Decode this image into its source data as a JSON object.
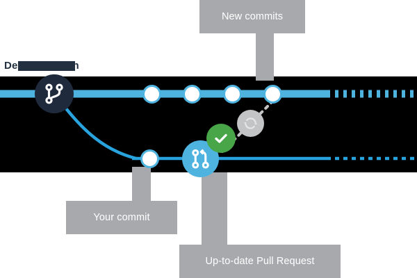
{
  "diagram": {
    "title_text": "Default branch",
    "background": "#ffffff",
    "band_color": "#000000",
    "colors": {
      "branch_blue": "#4fb3e0",
      "node_dark": "#1f2b3d",
      "label_gray": "#a8a9ad",
      "badge_green": "#48a548",
      "badge_gray": "#c3c4c6",
      "text_dark": "#22303f",
      "label_text": "#ffffff"
    }
  },
  "labels": {
    "new_commits": "New commits",
    "your_commit": "Your commit",
    "pull_request": "Up-to-date Pull Request"
  },
  "icons": {
    "branch": "git-branch-icon",
    "pull_request": "git-pull-request-icon",
    "check": "check-circle-icon",
    "sync": "sync-icon"
  },
  "nodes": {
    "branch_point": "branch-origin-node",
    "upstream_commits": [
      "commit-node-1",
      "commit-node-2",
      "commit-node-3",
      "commit-node-4"
    ],
    "feature_commit": "feature-commit-node",
    "pr_node": "pull-request-node"
  }
}
